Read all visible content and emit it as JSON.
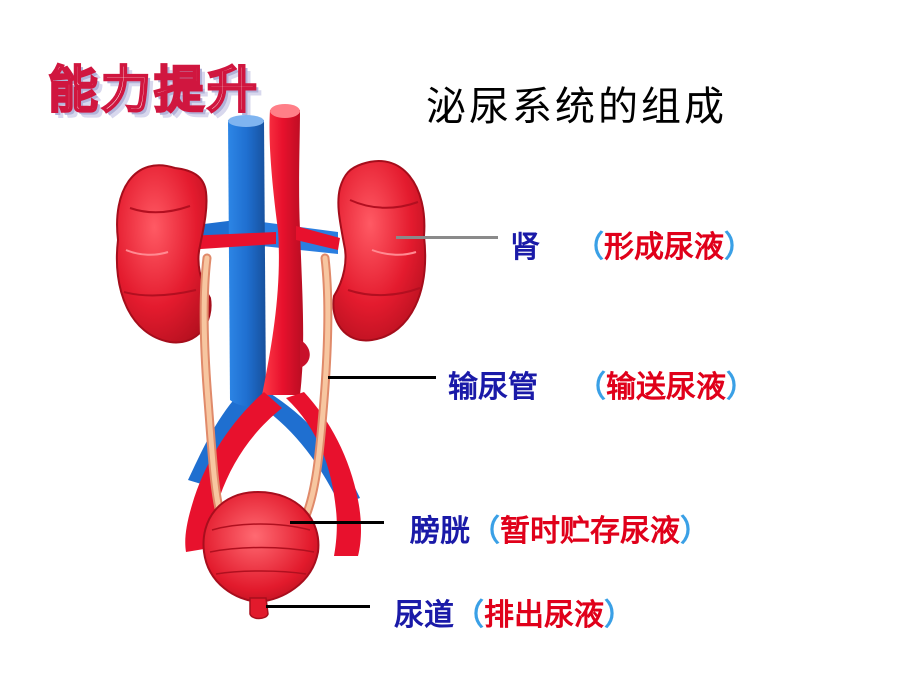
{
  "header": {
    "wordart": "能力提升",
    "title": "泌尿系统的组成"
  },
  "labels": [
    {
      "organ": "肾",
      "open": "（",
      "func": "形成尿液",
      "close": "）"
    },
    {
      "organ": "输尿管",
      "open": "（",
      "func": "输送尿液",
      "close": "）"
    },
    {
      "organ": "膀胱",
      "open": "（",
      "func": "暂时贮存尿液",
      "close": "）"
    },
    {
      "organ": "尿道",
      "open": "（",
      "func": "排出尿液",
      "close": "）"
    }
  ],
  "colors": {
    "organ_text": "#1a1aa8",
    "parenthesis": "#3aa0e6",
    "function_text": "#e0001a",
    "artery": "#e8112d",
    "vein": "#1f6fd0",
    "ureter": "#f2b48a",
    "kidney": "#e41b2e"
  }
}
